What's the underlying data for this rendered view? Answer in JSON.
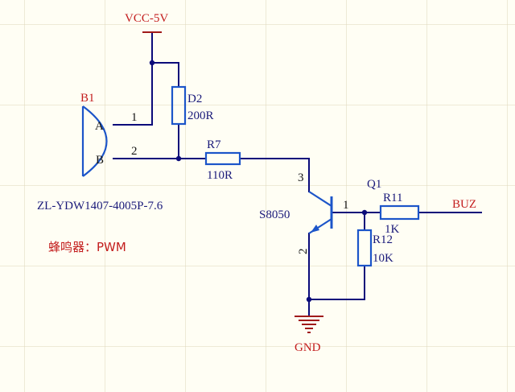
{
  "power": {
    "vcc_label": "VCC-5V",
    "gnd_label": "GND"
  },
  "buzzer": {
    "designator": "B1",
    "pin_a": "A",
    "pin_b": "B",
    "pin1_num": "1",
    "pin2_num": "2",
    "part_number": "ZL-YDW1407-4005P-7.6"
  },
  "resistors": {
    "d2": {
      "designator": "D2",
      "value": "200R"
    },
    "r7": {
      "designator": "R7",
      "value": "110R"
    },
    "r11": {
      "designator": "R11",
      "value": "1K"
    },
    "r12": {
      "designator": "R12",
      "value": "10K"
    }
  },
  "transistor": {
    "designator": "Q1",
    "model": "S8050",
    "pin_collector": "3",
    "pin_base": "1",
    "pin_emitter": "2"
  },
  "net_label": "BUZ",
  "note": "蜂鸣器：PWM",
  "colors": {
    "wire": "#0b0b7a",
    "component": "#1c55c9",
    "label_red": "#c31d1d",
    "label_blue": "#1a1a7a",
    "background": "#fffef4"
  }
}
